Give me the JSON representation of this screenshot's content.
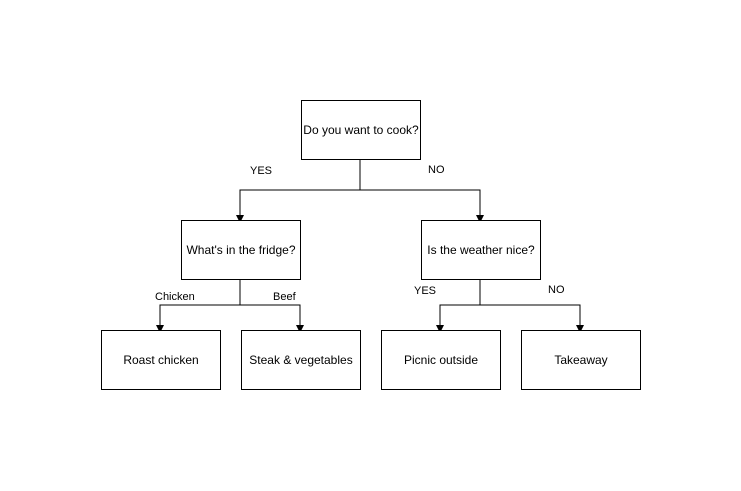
{
  "nodes": {
    "root": "Do you want to cook?",
    "fridge": "What's in the fridge?",
    "weather": "Is the weather nice?",
    "roast": "Roast chicken",
    "steak": "Steak & vegetables",
    "picnic": "Picnic outside",
    "takeaway": "Takeaway"
  },
  "edges": {
    "root_yes": "YES",
    "root_no": "NO",
    "fridge_chicken": "Chicken",
    "fridge_beef": "Beef",
    "weather_yes": "YES",
    "weather_no": "NO"
  },
  "colors": {
    "line": "#000000",
    "box_border": "#000000",
    "background": "#ffffff"
  }
}
